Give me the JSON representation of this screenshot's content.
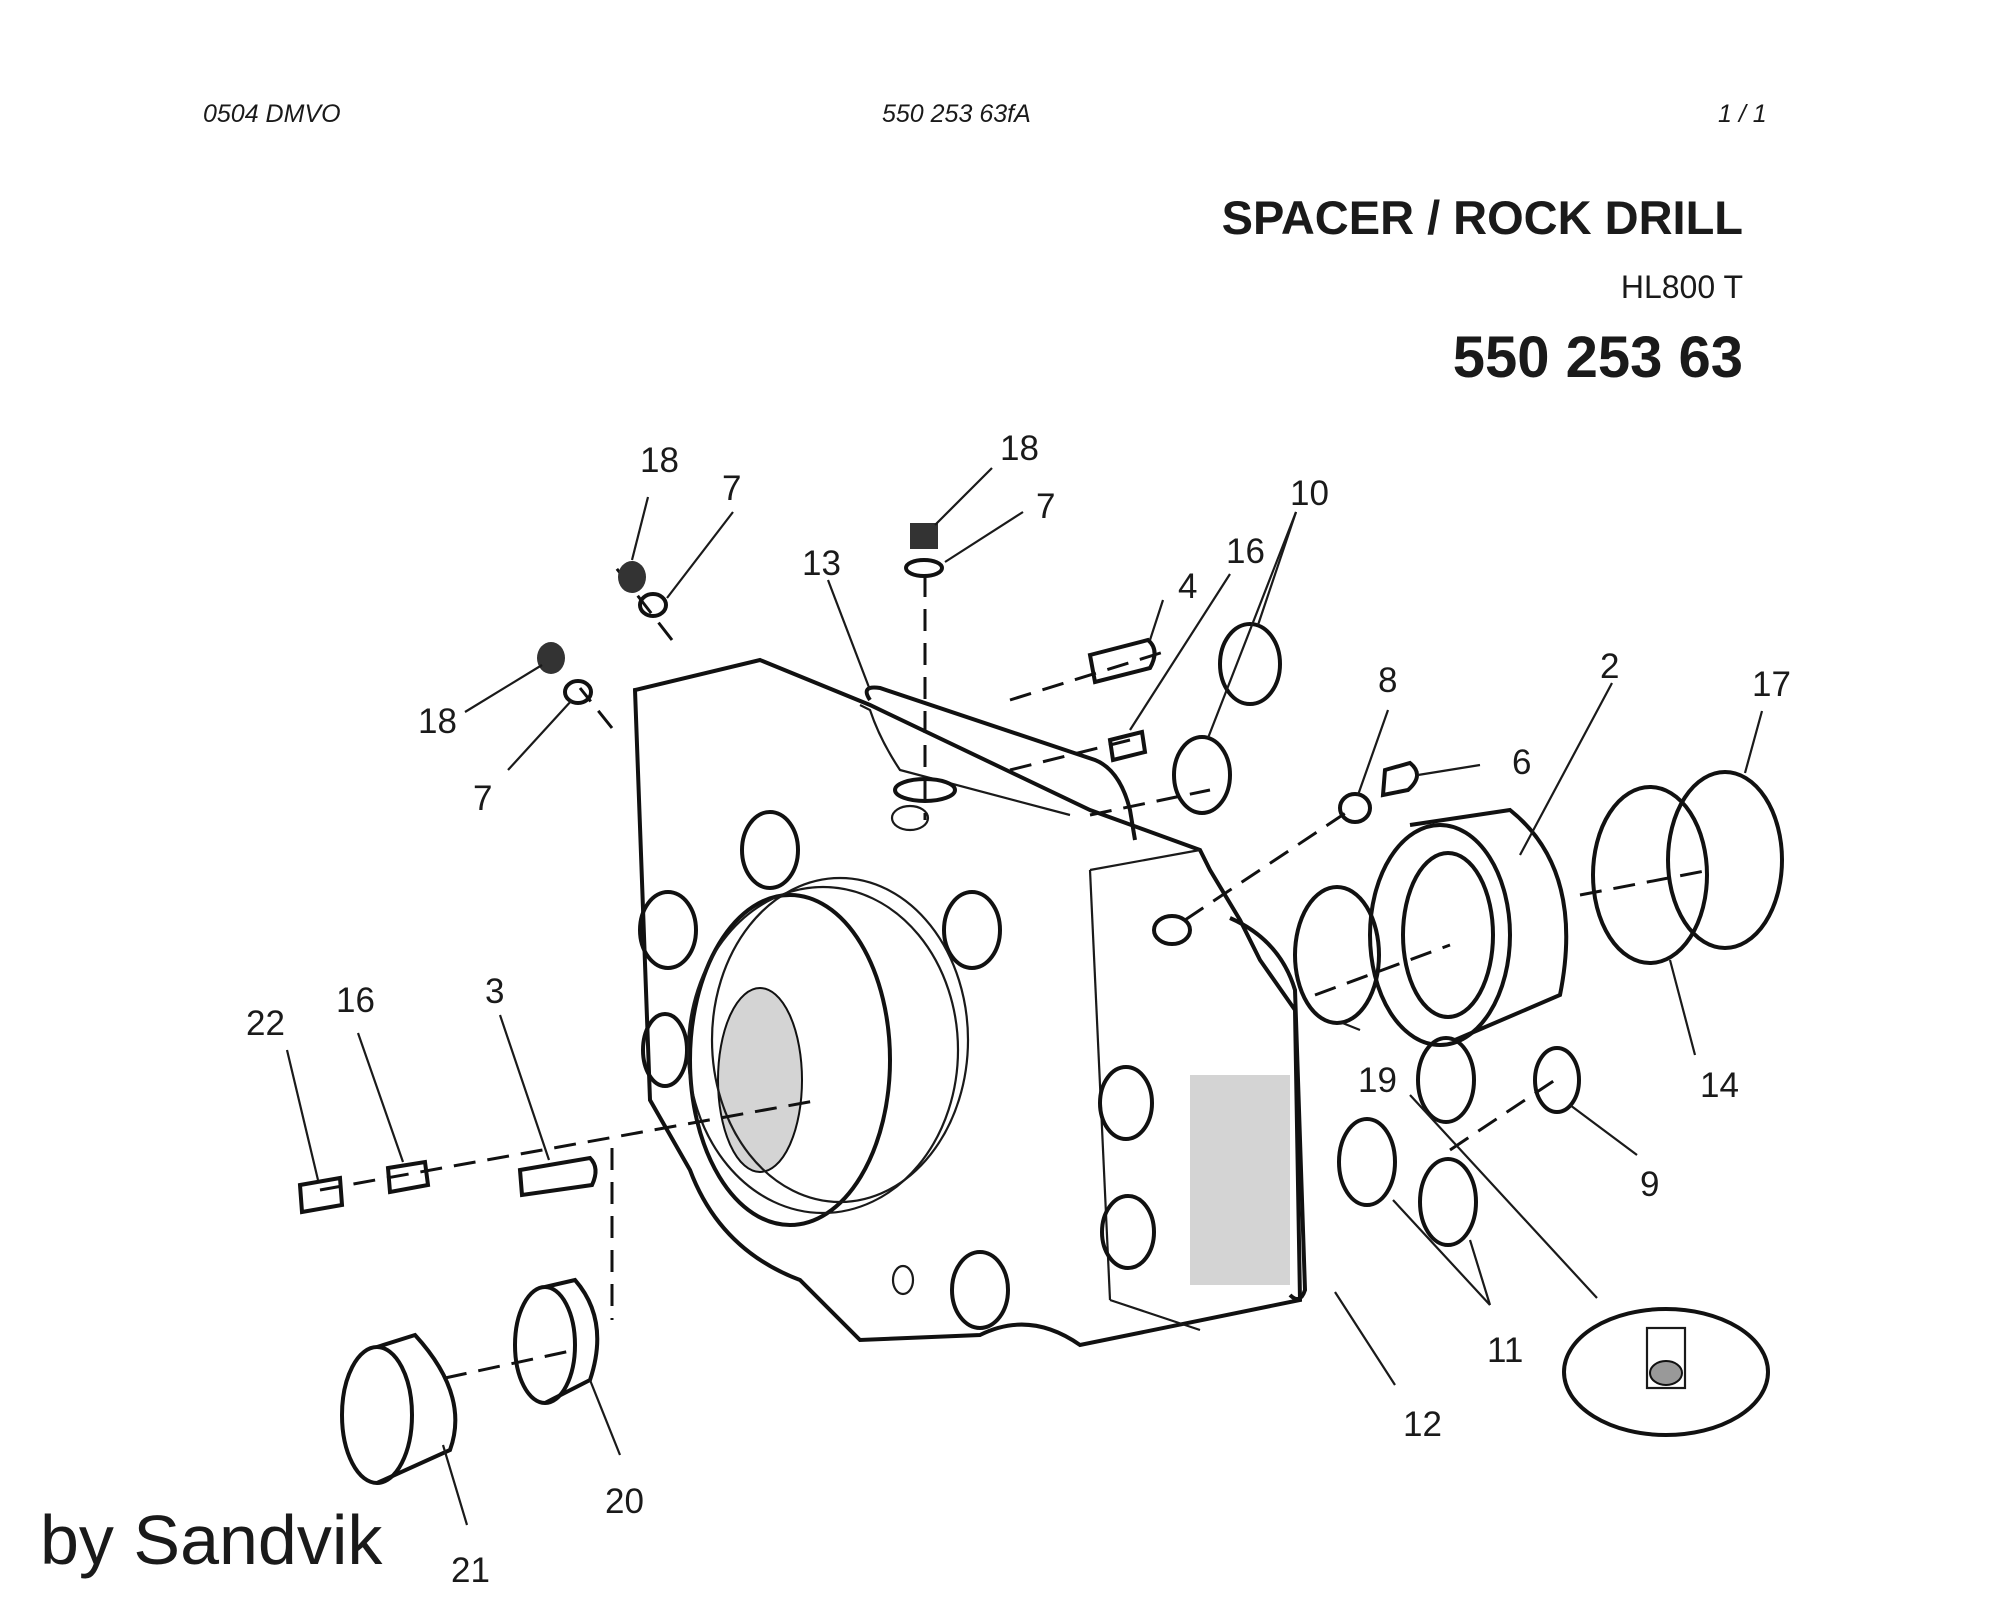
{
  "header": {
    "left": "0504 DMVO",
    "center": "550 253 63fA",
    "right": "1 /   1"
  },
  "title_block": {
    "title": "SPACER / ROCK DRILL",
    "model": "HL800 T",
    "part_number": "550 253 63"
  },
  "watermark": "by Sandvik",
  "callouts": [
    "18",
    "7",
    "18",
    "7",
    "18",
    "7",
    "13",
    "4",
    "16",
    "10",
    "8",
    "6",
    "2",
    "17",
    "22",
    "16",
    "3",
    "19",
    "14",
    "9",
    "11",
    "12",
    "20",
    "21"
  ]
}
